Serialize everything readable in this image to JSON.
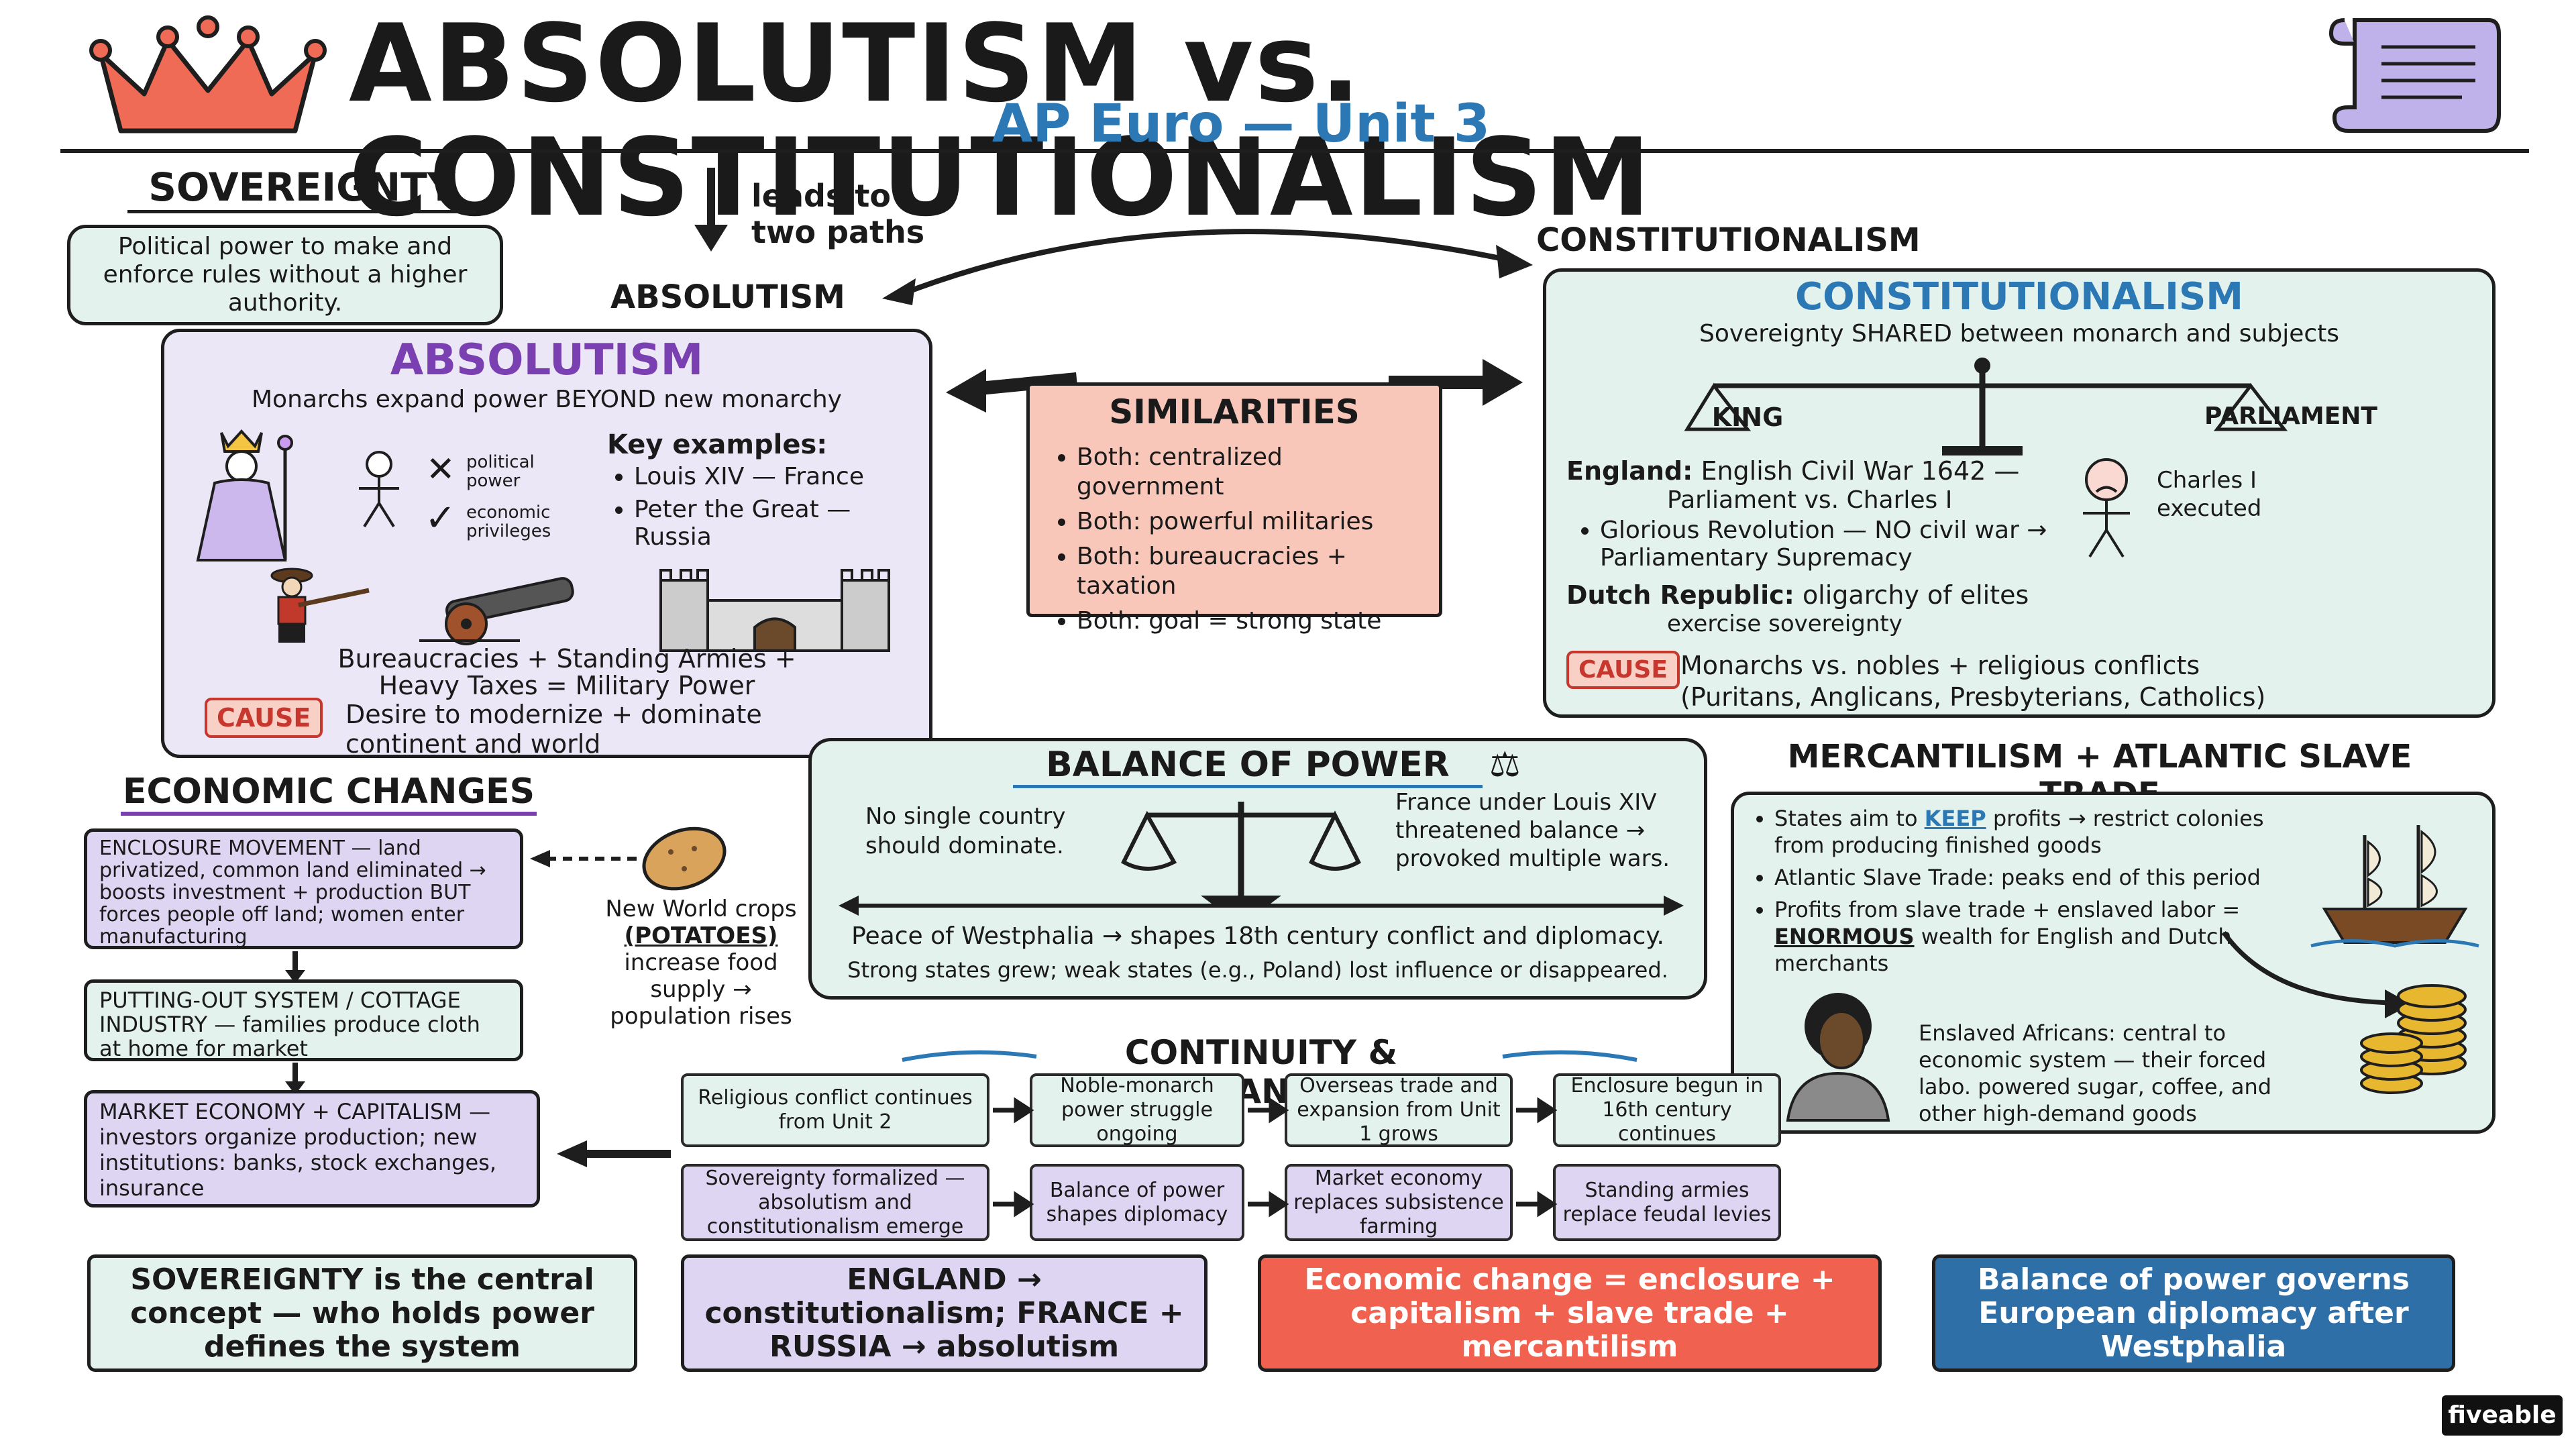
{
  "header": {
    "title": "ABSOLUTISM vs. CONSTITUTIONALISM",
    "subtitle": "AP Euro — Unit 3"
  },
  "sovereignty": {
    "heading": "SOVEREIGNTY",
    "definition": "Political power to make and enforce rules without a higher authority.",
    "leads_to": "leads to two paths",
    "path_absolutism": "ABSOLUTISM",
    "path_constitutionalism": "CONSTITUTIONALISM"
  },
  "absolutism": {
    "heading": "ABSOLUTISM",
    "subtitle": "Monarchs expand power BEYOND new monarchy",
    "political_power": "political power",
    "economic_privileges": "economic privileges",
    "key_examples_label": "Key examples:",
    "examples": [
      "Louis XIV — France",
      "Peter the Great — Russia"
    ],
    "formula_line1": "Bureaucracies + Standing Armies +",
    "formula_line2": "Heavy Taxes = Military Power",
    "cause_label": "CAUSE",
    "cause_text": "Desire to modernize + dominate continent and world"
  },
  "similarities": {
    "heading": "SIMILARITIES",
    "items": [
      "Both: centralized government",
      "Both: powerful militaries",
      "Both: bureaucracies + taxation",
      "Both: goal = strong state"
    ]
  },
  "constitutionalism": {
    "heading": "CONSTITUTIONALISM",
    "subtitle": "Sovereignty SHARED between monarch and subjects",
    "king_label": "KING",
    "parliament_label": "PARLIAMENT",
    "england_label": "England:",
    "england_text": "English Civil War 1642 —",
    "england_text2": "Parliament vs. Charles I",
    "glorious": "Glorious Revolution — NO civil war →",
    "glorious2": "Parliamentary Supremacy",
    "dutch_label": "Dutch Republic:",
    "dutch_text": "oligarchy of elites",
    "dutch_text2": "exercise sovereignty",
    "charles_note": "Charles I executed",
    "cause_label": "CAUSE",
    "cause_text": "Monarchs vs. nobles + religious conflicts",
    "cause_text2": "(Puritans, Anglicans, Presbyterians, Catholics)"
  },
  "balance": {
    "heading": "BALANCE OF POWER",
    "left_text": "No single country should dominate.",
    "right_text": "France under Louis XIV threatened balance → provoked multiple wars.",
    "westphalia": "Peace of Westphalia → shapes 18th century conflict and diplomacy.",
    "states": "Strong states grew; weak states (e.g., Poland) lost influence or disappeared."
  },
  "mercantilism": {
    "heading": "MERCANTILISM + ATLANTIC SLAVE TRADE",
    "item1_pre": "States aim to ",
    "item1_keep": "KEEP",
    "item1_post": " profits → restrict colonies from producing finished goods",
    "item2": "Atlantic Slave Trade: peaks end of this period",
    "item3_pre": "Profits from slave trade + enslaved labor = ",
    "item3_enormous": "ENORMOUS",
    "item3_post": " wealth for English and Dutch merchants",
    "enslaved": "Enslaved Africans: central to economic system — their forced labo. powered sugar, coffee, and other high-demand goods"
  },
  "economic": {
    "heading": "ECONOMIC CHANGES",
    "enclosure": "ENCLOSURE MOVEMENT — land privatized, common land eliminated → boosts investment + production BUT forces people off land; women enter manufacturing",
    "putting_out": "PUTTING-OUT SYSTEM / COTTAGE INDUSTRY — families produce cloth at home for market",
    "market": "MARKET ECONOMY + CAPITALISM — investors organize production; new institutions: banks, stock exchanges, insurance",
    "potato_pre": "New World crops",
    "potato_word": "(POTATOES)",
    "potato_post": "increase food supply → population rises"
  },
  "continuity": {
    "heading": "CONTINUITY & CHANGE",
    "row1": [
      "Religious conflict continues from Unit 2",
      "Noble-monarch power struggle ongoing",
      "Overseas trade and expansion from Unit 1 grows",
      "Enclosure begun in 16th century continues"
    ],
    "row2": [
      "Sovereignty formalized — absolutism and constitutionalism emerge",
      "Balance of power shapes diplomacy",
      "Market economy replaces subsistence farming",
      "Standing armies replace feudal levies"
    ]
  },
  "banners": [
    "SOVEREIGNTY is the central concept — who holds power defines the system",
    "ENGLAND → constitutionalism; FRANCE + RUSSIA → absolutism",
    "Economic change = enclosure + capitalism + slave trade + mercantilism",
    "Balance of power governs European diplomacy after Westphalia"
  ],
  "brand": "fiveable",
  "colors": {
    "absolutism_purple": "#7a3fb0",
    "constitutionalism_blue": "#2b78b5",
    "cause_red": "#c8372d",
    "salmon_banner": "#f0614f",
    "blue_banner": "#2f6fa8"
  }
}
